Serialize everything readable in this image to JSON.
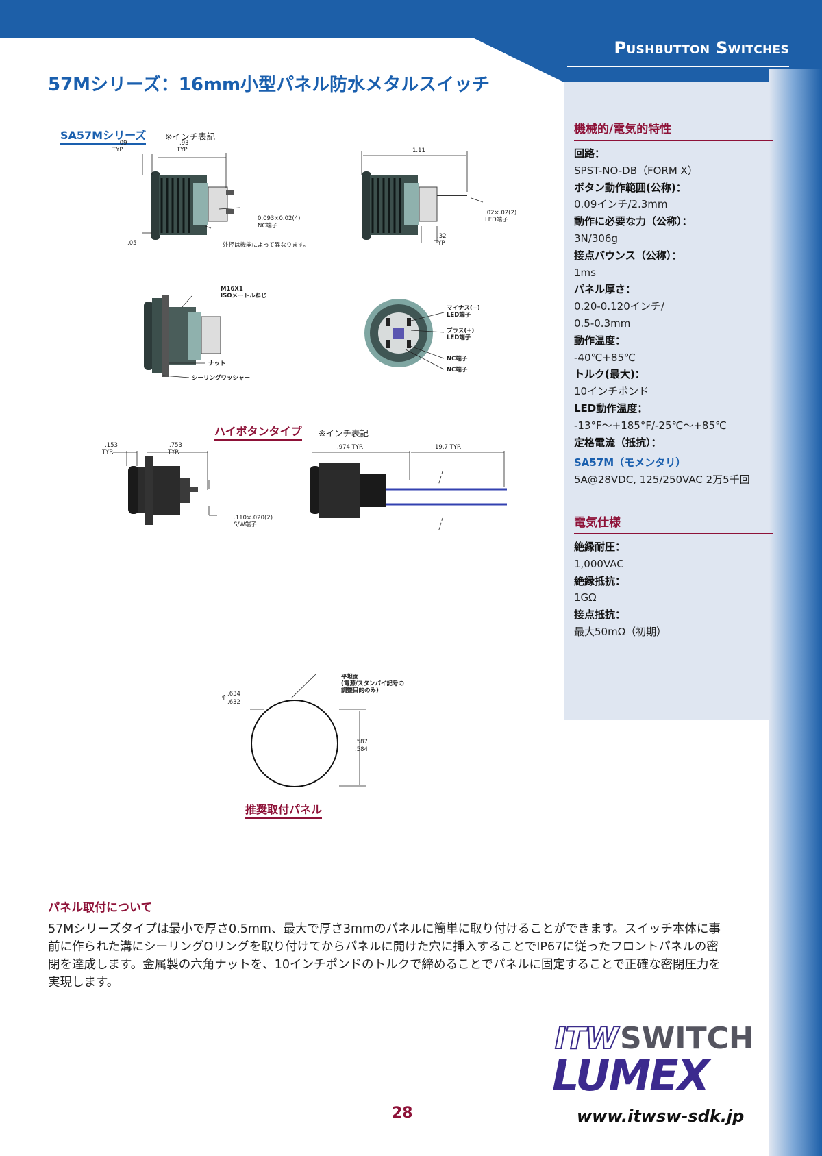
{
  "header": {
    "category": "Pushbutton Switches",
    "title": "57Mシリーズ：16mm小型パネル防水メタルスイッチ",
    "colors": {
      "band": "#1d5fa8",
      "accent": "#8e1238",
      "title_blue": "#1a5fae"
    }
  },
  "drawings": {
    "sa57m": {
      "label": "SA57Mシリーズ",
      "note": "※インチ表記",
      "side_view": {
        "d1": ".09",
        "d1b": "TYP",
        "d2": ".93",
        "d2b": "TYP",
        "d3": ".05",
        "term": "0.093×0.02(4)",
        "term2": "NC端子",
        "outer": "外径は機能によって異なります。"
      },
      "side_view2": {
        "d1": "1.11",
        "led": ".02×.02(2)",
        "led2": "LED端子",
        "d2": ".32",
        "d2b": "TYP"
      },
      "section_view": {
        "thread": "M16X1",
        "thread2": "ISOメートルねじ",
        "nut": "ナット",
        "washer": "シーリングワッシャー"
      },
      "rear_view": {
        "minus": "マイナス(−)",
        "minus2": "LED端子",
        "plus": "プラス(+)",
        "plus2": "LED端子",
        "nc1": "NC端子",
        "nc2": "NC端子"
      }
    },
    "high_button": {
      "label": "ハイボタンタイプ",
      "note": "※インチ表記",
      "view1": {
        "d1": ".153",
        "d1b": "TYP.",
        "d2": ".753",
        "d2b": "TYP.",
        "term": ".110×.020(2)",
        "term2": "S/W端子"
      },
      "view2": {
        "d1": ".974 TYP.",
        "d2": "19.7 TYP."
      }
    },
    "panel_cutout": {
      "label": "推奨取付パネル",
      "flat": "平坦面",
      "flat2": "(電源/スタンバイ記号の",
      "flat3": "調整目的のみ)",
      "dia1": ".634",
      "dia2": ".632",
      "dia_sym": "φ",
      "h1": ".587",
      "h2": ".584"
    }
  },
  "specs": {
    "section1_title": "機械的/電気的特性",
    "items": [
      {
        "label": "回路：",
        "value": "SPST-NO-DB（FORM X）"
      },
      {
        "label": "ボタン動作範囲(公称)：",
        "value": "0.09インチ/2.3mm"
      },
      {
        "label": "動作に必要な力（公称）：",
        "value": "3N/306g"
      },
      {
        "label": "接点バウンス（公称）：",
        "value": "1ms"
      },
      {
        "label": "パネル厚さ：",
        "value": "0.20-0.120インチ/"
      },
      {
        "label": "",
        "value": "0.5-0.3mm"
      },
      {
        "label": "動作温度：",
        "value": "-40℃+85℃"
      },
      {
        "label": "トルク(最大)：",
        "value": "10インチポンド"
      },
      {
        "label": "LED動作温度：",
        "value": "-13°F〜+185°F/-25℃〜+85℃"
      },
      {
        "label": "定格電流（抵抗）：",
        "value": ""
      }
    ],
    "rating_label": "SA57M（モメンタリ）",
    "rating_value": "5A@28VDC, 125/250VAC 2万5千回",
    "section2_title": "電気仕様",
    "items2": [
      {
        "label": "絶縁耐圧：",
        "value": "1,000VAC"
      },
      {
        "label": "絶縁抵抗：",
        "value": "1GΩ"
      },
      {
        "label": "接点抵抗：",
        "value": "最大50mΩ（初期）"
      }
    ]
  },
  "panel_mount": {
    "title": "パネル取付について",
    "body": "57Mシリーズタイプは最小で厚さ0.5mm、最大で厚さ3mmのパネルに簡単に取り付けることができます。スイッチ本体に事前に作られた溝にシーリングOリングを取り付けてからパネルに開けた穴に挿入することでIP67に従ったフロントパネルの密閉を達成します。金属製の六角ナットを、10インチポンドのトルクで締めることでパネルに固定することで正確な密閉圧力を実現します。"
  },
  "footer": {
    "logo_itw": "ITW",
    "logo_switch": "SWITCH",
    "logo_lumex": "LUMEX",
    "url": "www.itwsw-sdk.jp",
    "page": "28"
  }
}
